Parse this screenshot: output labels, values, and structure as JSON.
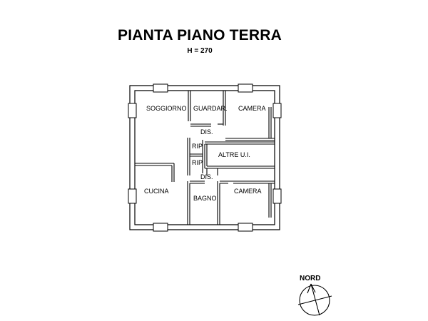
{
  "title": "PIANTA PIANO TERRA",
  "subtitle": "H = 270",
  "rooms": {
    "soggiorno": "SOGGIORNO",
    "guardaroba": "GUARDAR.",
    "camera_top": "CAMERA",
    "dis_top": "DIS.",
    "rip_top": "RIP.",
    "altre_ui": "ALTRE U.I.",
    "rip_bottom": "RIP.",
    "dis_bottom": "DIS.",
    "cucina": "CUCINA",
    "bagno": "BAGNO",
    "camera_bottom": "CAMERA"
  },
  "compass": {
    "label": "NORD"
  }
}
